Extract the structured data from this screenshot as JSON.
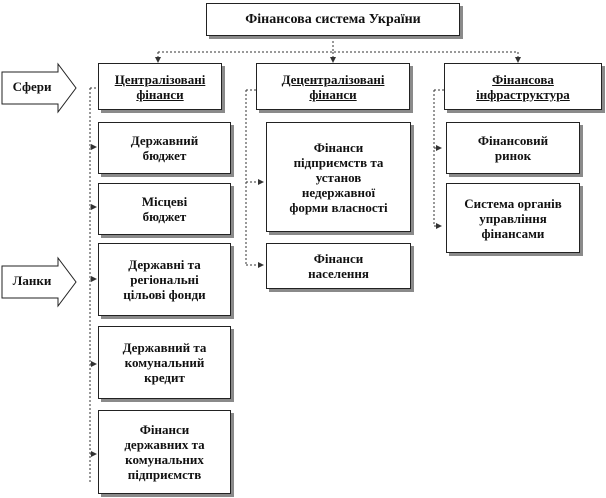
{
  "title": "Фінансова система України",
  "side_labels": {
    "spheres": "Сфери",
    "links": "Ланки"
  },
  "columns": {
    "centralized": {
      "header": "Централізовані\nфінанси",
      "items": [
        "Державний\nбюджет",
        "Місцеві\nбюджет",
        "Державні та\nрегіональні\nцільові фонди",
        "Державний та\nкомунальний\nкредит",
        "Фінанси\nдержавних та\nкомунальних\nпідприємств"
      ]
    },
    "decentralized": {
      "header": "Децентралізовані\nфінанси",
      "items": [
        "Фінанси\nпідприємств та\nустанов\nнедержавної\nформи власності",
        "Фінанси\nнаселення"
      ]
    },
    "infrastructure": {
      "header": "Фінансова\nінфраструктура",
      "items": [
        "Фінансовий\nринок",
        "Система органів\nуправління\nфінансами"
      ]
    }
  },
  "colors": {
    "border": "#222222",
    "shadow": "#8a8a8a",
    "connector": "#333333"
  }
}
